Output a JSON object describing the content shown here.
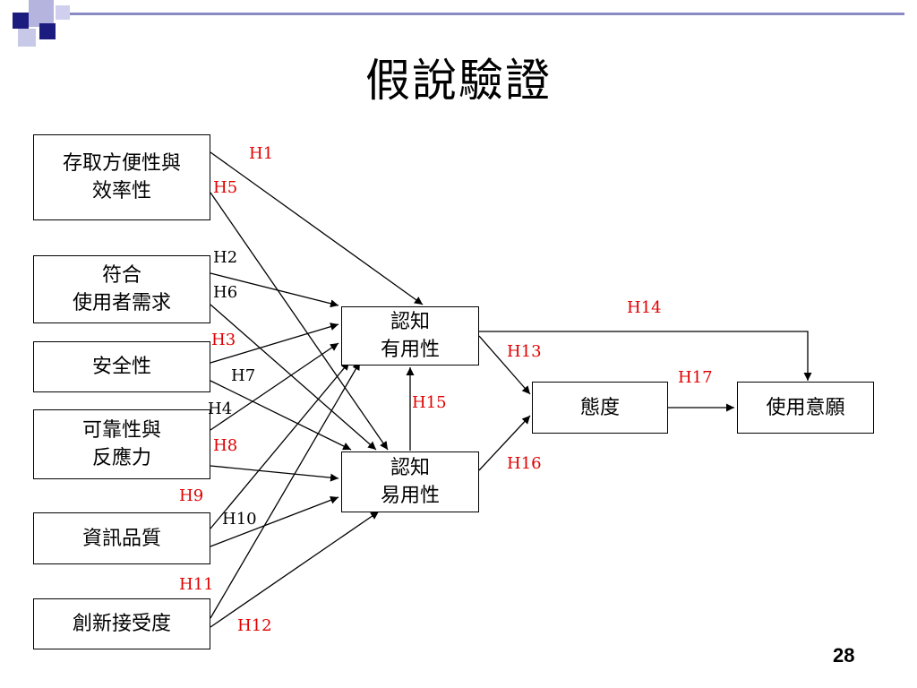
{
  "title": "假說驗證",
  "colors": {
    "hypothesis_red": "#e00000",
    "hypothesis_black": "#000000",
    "deco_navy": "#1c1c80",
    "deco_lilac": "#a8a8d8",
    "deco_rule": "#7a7ab8"
  },
  "constructs": {
    "access": "存取方便性與\n效率性",
    "needs": "符合\n使用者需求",
    "security": "安全性",
    "reliability": "可靠性與\n反應力",
    "info_quality": "資訊品質",
    "innovation": "創新接受度",
    "pu": "認知\n有用性",
    "peou": "認知\n易用性",
    "attitude": "態度",
    "intention": "使用意願"
  },
  "hypotheses": {
    "h1": "H1",
    "h2": "H2",
    "h3": "H3",
    "h4": "H4",
    "h5": "H5",
    "h6": "H6",
    "h7": "H7",
    "h8": "H8",
    "h9": "H9",
    "h10": "H10",
    "h11": "H11",
    "h12": "H12",
    "h13": "H13",
    "h14": "H14",
    "h15": "H15",
    "h16": "H16",
    "h17": "H17"
  },
  "page_number": "28"
}
